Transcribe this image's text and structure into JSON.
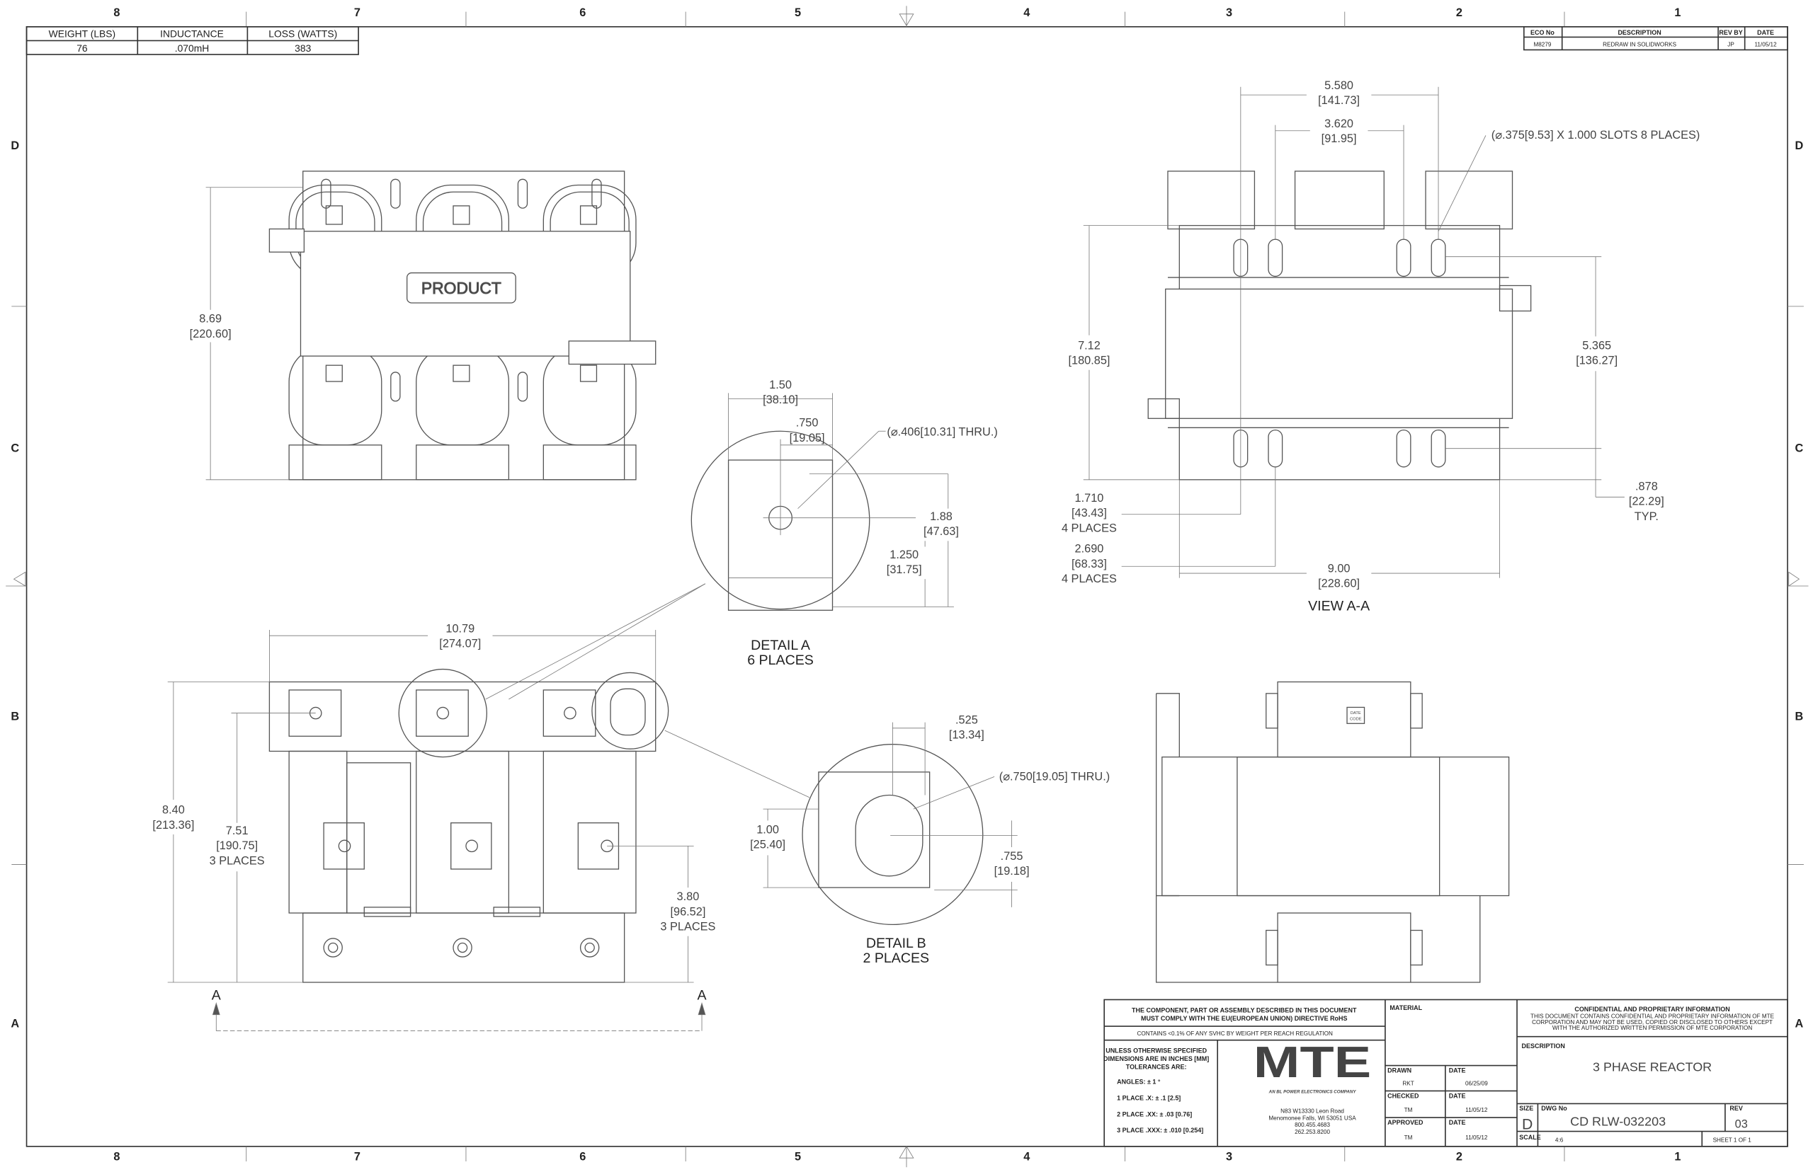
{
  "zones": {
    "columns": [
      "8",
      "7",
      "6",
      "5",
      "4",
      "3",
      "2",
      "1"
    ],
    "rows": [
      "D",
      "C",
      "B",
      "A"
    ]
  },
  "spec_table": {
    "headers": [
      "WEIGHT (LBS)",
      "INDUCTANCE",
      "LOSS (WATTS)"
    ],
    "values": [
      "76",
      ".070mH",
      "383"
    ]
  },
  "revision_table": {
    "headers": [
      "ECO No",
      "DESCRIPTION",
      "REV BY",
      "DATE"
    ],
    "row": [
      "M8279",
      "REDRAW IN SOLIDWORKS",
      "JP",
      "11/05/12"
    ]
  },
  "top_view": {
    "product_label": "PRODUCT",
    "dim_height": [
      "8.69",
      "[220.60]"
    ]
  },
  "detail_a": {
    "dim_150": [
      "1.50",
      "[38.10]"
    ],
    "dim_750": [
      ".750",
      "[19.05]"
    ],
    "hole_note": "(⌀.406[10.31] THRU.)",
    "dim_188": [
      "1.88",
      "[47.63]"
    ],
    "dim_1250": [
      "1.250",
      "[31.75]"
    ],
    "title": "DETAIL A",
    "places": "6 PLACES"
  },
  "view_aa": {
    "dim_5580": [
      "5.580",
      "[141.73]"
    ],
    "dim_3620": [
      "3.620",
      "[91.95]"
    ],
    "slot_note": "(⌀.375[9.53] X 1.000 SLOTS 8 PLACES)",
    "dim_712": [
      "7.12",
      "[180.85]"
    ],
    "dim_5365": [
      "5.365",
      "[136.27]"
    ],
    "dim_878": [
      ".878",
      "[22.29]",
      "TYP."
    ],
    "dim_1710": [
      "1.710",
      "[43.43]",
      "4 PLACES"
    ],
    "dim_2690": [
      "2.690",
      "[68.33]",
      "4 PLACES"
    ],
    "dim_900": [
      "9.00",
      "[228.60]"
    ],
    "title": "VIEW A-A"
  },
  "front_view": {
    "dim_1079": [
      "10.79",
      "[274.07]"
    ],
    "dim_840": [
      "8.40",
      "[213.36]"
    ],
    "dim_751": [
      "7.51",
      "[190.75]",
      "3 PLACES"
    ],
    "dim_380": [
      "3.80",
      "[96.52]",
      "3 PLACES"
    ],
    "section_a": "A"
  },
  "detail_b": {
    "dim_525": [
      ".525",
      "[13.34]"
    ],
    "hole_note": "(⌀.750[19.05] THRU.)",
    "dim_100": [
      "1.00",
      "[25.40]"
    ],
    "dim_755": [
      ".755",
      "[19.18]"
    ],
    "title": "DETAIL B",
    "places": "2 PLACES"
  },
  "side_view": {
    "date_code": [
      "DATE",
      "CODE"
    ]
  },
  "title_block": {
    "rohs": [
      "THE COMPONENT, PART OR ASSEMBLY DESCRIBED IN THIS DOCUMENT",
      "MUST COMPLY WITH THE EU(EUROPEAN UNION) DIRECTIVE RoHS"
    ],
    "reach": "CONTAINS <0.1% OF ANY SVHC BY WEIGHT PER REACH REGULATION",
    "tolerances": [
      "UNLESS OTHERWISE SPECIFIED",
      "DIMENSIONS ARE IN INCHES [MM]",
      "TOLERANCES ARE:"
    ],
    "angles": "ANGLES: ± 1 °",
    "place1": "1 PLACE .X: ± .1 [2.5]",
    "place2": "2 PLACE .XX: ± .03 [0.76]",
    "place3": "3 PLACE .XXX: ± .010 [0.254]",
    "logo": "MTE",
    "logo_tagline": "AN BL POWER ELECTRONICS COMPANY",
    "address": [
      "N83 W13330 Leon Road",
      "Menomonee Falls, WI 53051 USA",
      "800.455.4683",
      "262.253.8200"
    ],
    "material_label": "MATERIAL",
    "drawn_label": "DRAWN",
    "drawn_by": "RKT",
    "drawn_date": "06/25/09",
    "checked_label": "CHECKED",
    "checked_by": "TM",
    "checked_date": "11/05/12",
    "approved_label": "APPROVED",
    "approved_by": "TM",
    "approved_date": "11/05/12",
    "date_label": "DATE",
    "confidential_title": "CONFIDENTIAL AND PROPRIETARY INFORMATION",
    "confidential_text": [
      "THIS DOCUMENT CONTAINS CONFIDENTIAL AND PROPRIETARY INFORMATION OF MTE",
      "CORPORATION AND MAY NOT BE USED, COPIED OR DISCLOSED TO OTHERS EXCEPT",
      "WITH THE AUTHORIZED WRITTEN PERMISSION OF MTE CORPORATION"
    ],
    "description_label": "DESCRIPTION",
    "description": "3 PHASE REACTOR",
    "size_label": "SIZE",
    "size": "D",
    "dwg_label": "DWG No",
    "dwg_no": "CD RLW-032203",
    "rev_label": "REV",
    "rev": "03",
    "scale_label": "SCALE",
    "scale": "4:6",
    "sheet": "SHEET 1  OF 1"
  }
}
